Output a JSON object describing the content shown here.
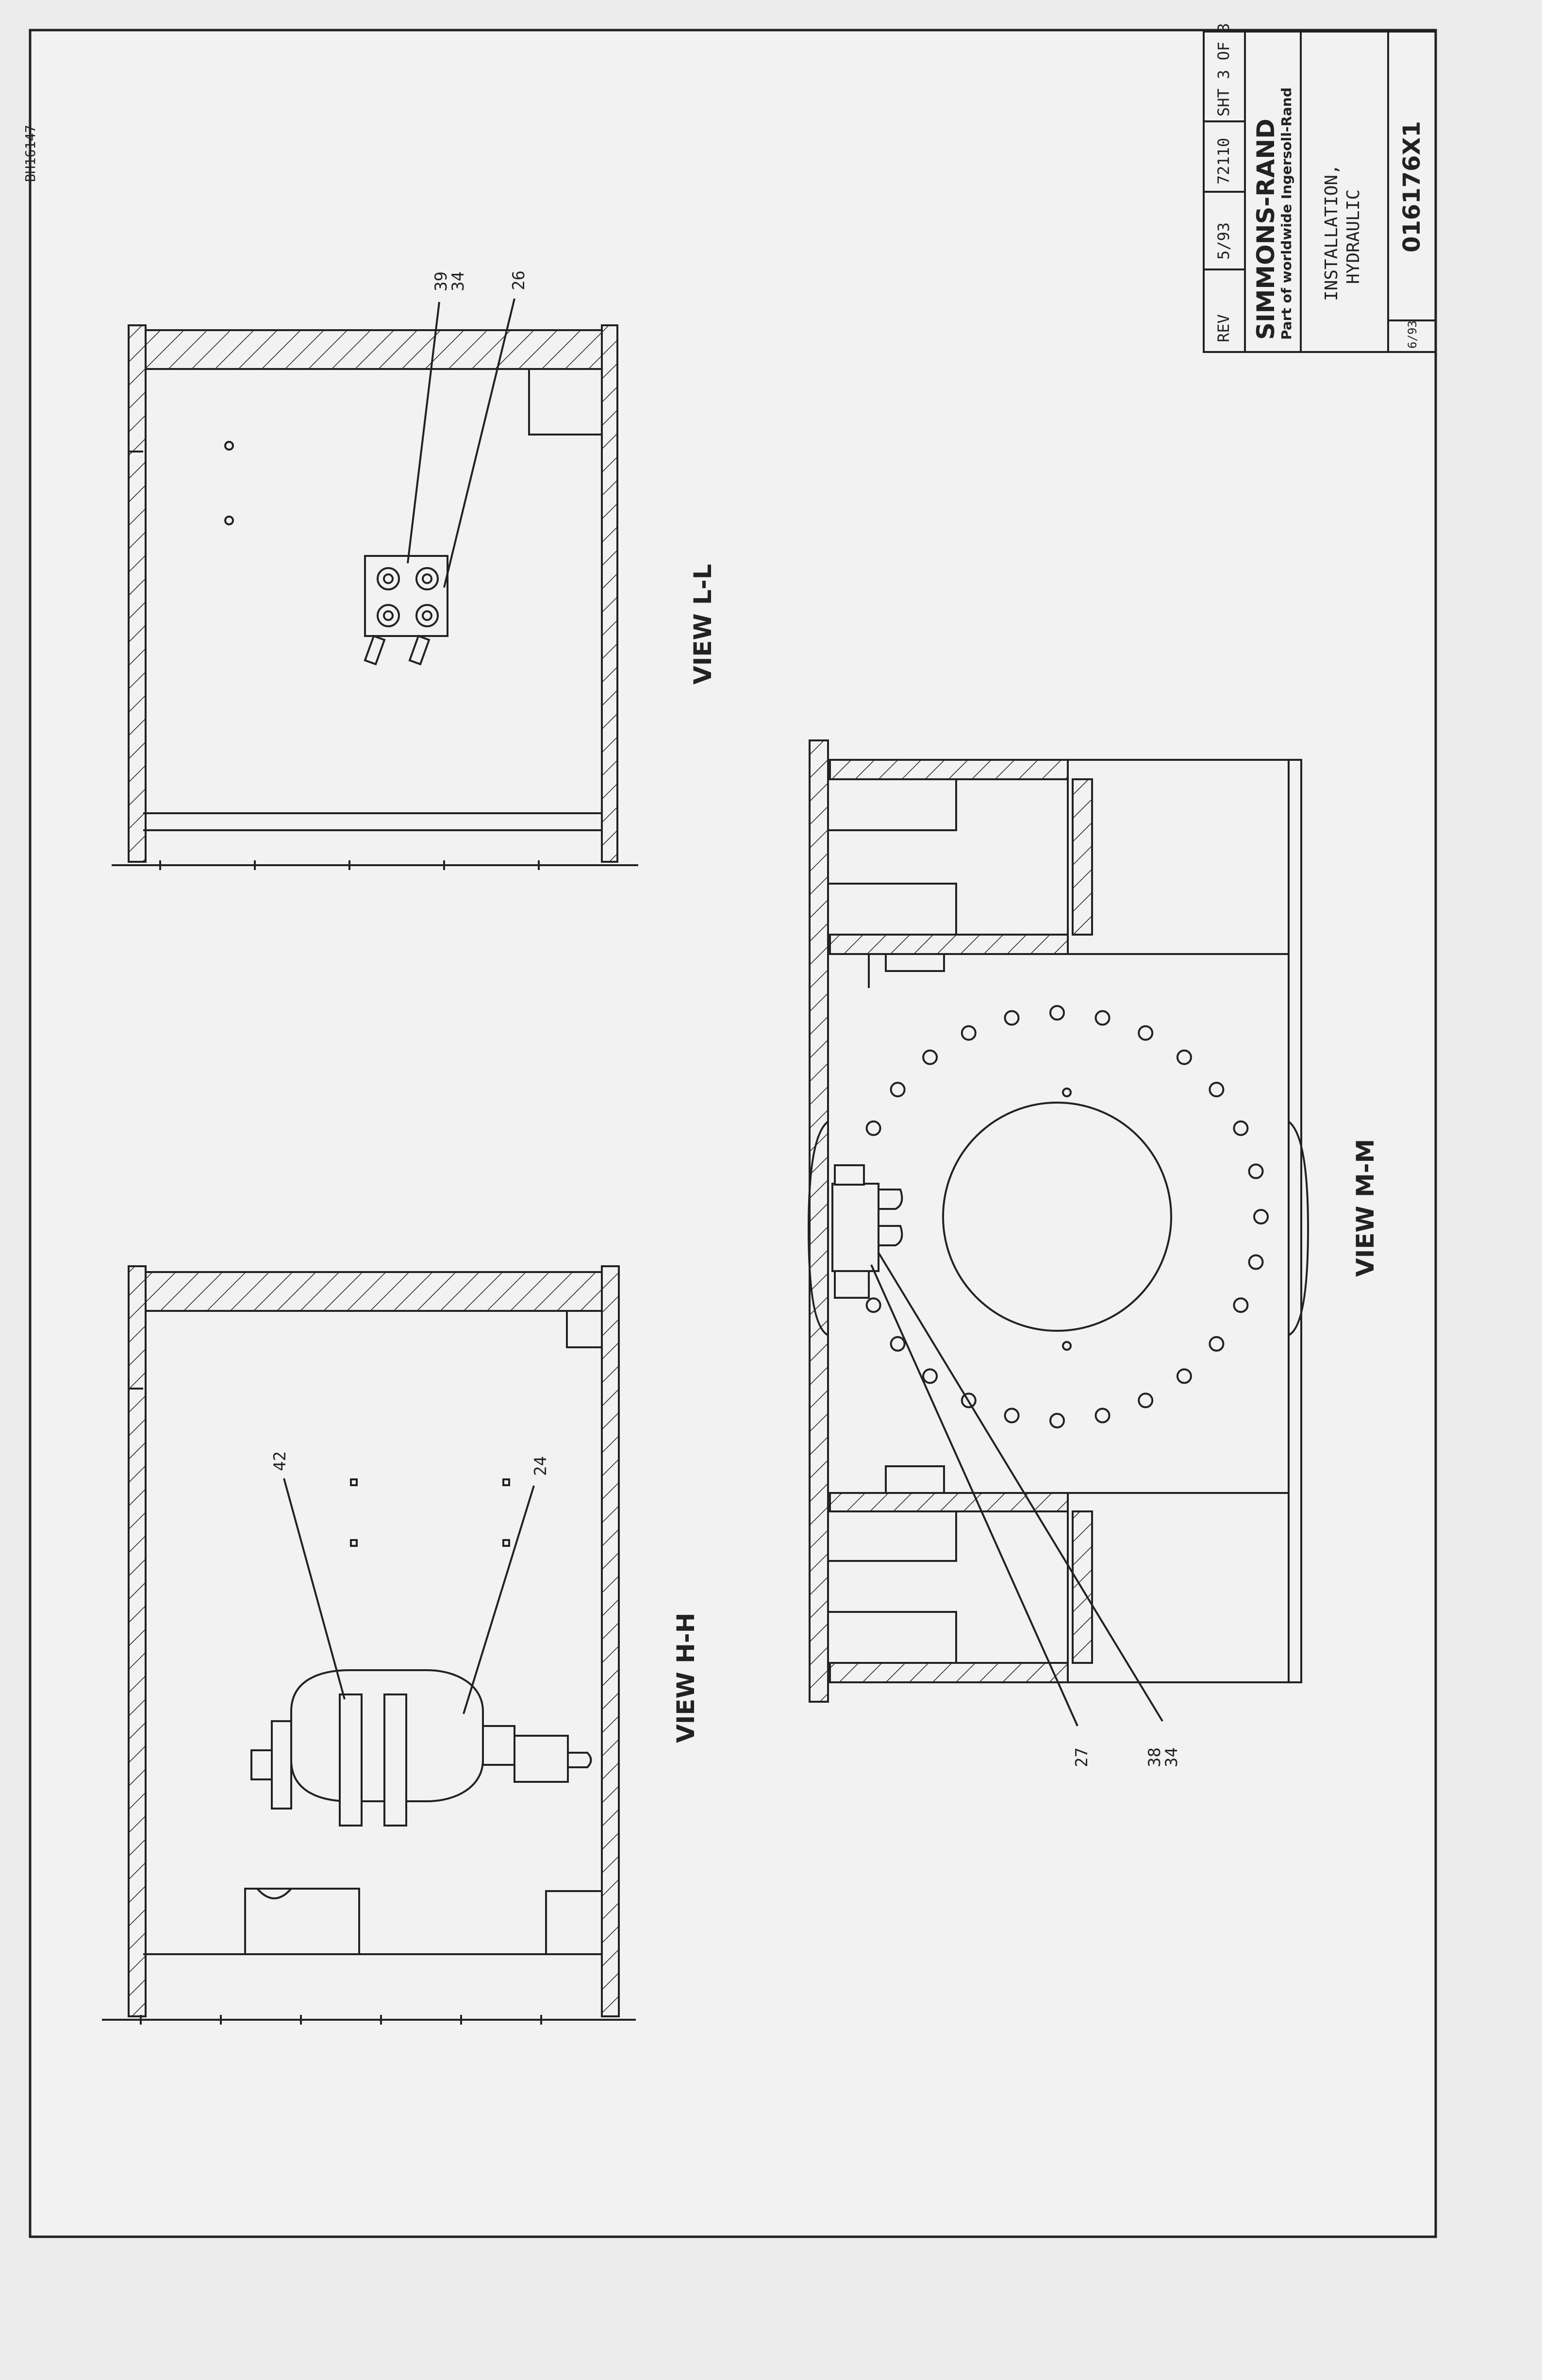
{
  "stamp": "BH16147",
  "title_block": {
    "rev_label": "REV",
    "rev_date": "5/93",
    "rev_code": "72110",
    "sheet": "SHT 3  OF 3",
    "company": "SIMMONS-RAND",
    "tagline": "Part of worldwide Ingersoll-Rand",
    "title_line1": "INSTALLATION,",
    "title_line2": "HYDRAULIC",
    "drawing_number": "016176X1",
    "date_code": "6/93"
  },
  "views": {
    "l": {
      "label": "VIEW L-L",
      "callouts": [
        {
          "lines": [
            "39",
            "34"
          ]
        },
        {
          "lines": [
            "26"
          ]
        }
      ]
    },
    "h": {
      "label": "VIEW H-H",
      "callouts": [
        {
          "lines": [
            "42"
          ]
        },
        {
          "lines": [
            "24"
          ]
        }
      ]
    },
    "m": {
      "label": "VIEW M-M",
      "callouts": [
        {
          "lines": [
            "27"
          ]
        },
        {
          "lines": [
            "38",
            "34"
          ]
        }
      ]
    }
  }
}
